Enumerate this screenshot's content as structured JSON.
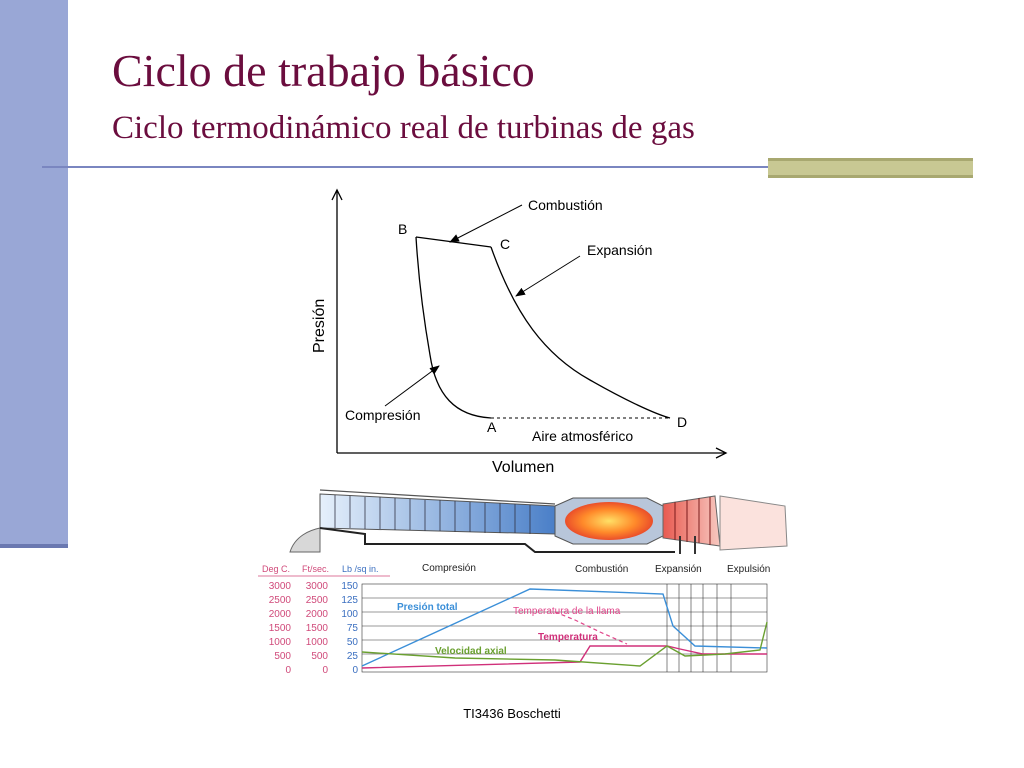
{
  "slide": {
    "title": "Ciclo de trabajo básico",
    "subtitle": "Ciclo termodinámico real de turbinas de gas",
    "footer": "TI3436 Boschetti"
  },
  "pv_diagram": {
    "xlabel": "Volumen",
    "ylabel": "Presión",
    "points": {
      "A": "A",
      "B": "B",
      "C": "C",
      "D": "D"
    },
    "annotations": {
      "combustion": "Combustión",
      "expansion": "Expansión",
      "compression": "Compresión",
      "atmosphere": "Aire atmosférico"
    }
  },
  "engine_chart": {
    "axis_headers": {
      "temp": "Deg C.",
      "velocity": "Ft/sec.",
      "pressure": "Lb /sq in."
    },
    "temp_ticks": [
      "3000",
      "2500",
      "2000",
      "1500",
      "1000",
      "500",
      "0"
    ],
    "velocity_ticks": [
      "3000",
      "2500",
      "2000",
      "1500",
      "1000",
      "500",
      "0"
    ],
    "pressure_ticks": [
      "150",
      "125",
      "100",
      "75",
      "50",
      "25",
      "0"
    ],
    "sections": {
      "compression": "Compresión",
      "combustion": "Combustión",
      "expansion": "Expansión",
      "exhaust": "Expulsión"
    },
    "series_labels": {
      "pressure": "Presión total",
      "flame_temp": "Temperatura de la llama",
      "temperature": "Temperatura",
      "axial_velocity": "Velocidad axial"
    },
    "colors": {
      "pressure": "#3b8fd8",
      "flame_temp": "#e0458a",
      "temperature": "#d0307a",
      "axial_velocity": "#6aa030",
      "axis_text": "#d04a7a"
    }
  }
}
